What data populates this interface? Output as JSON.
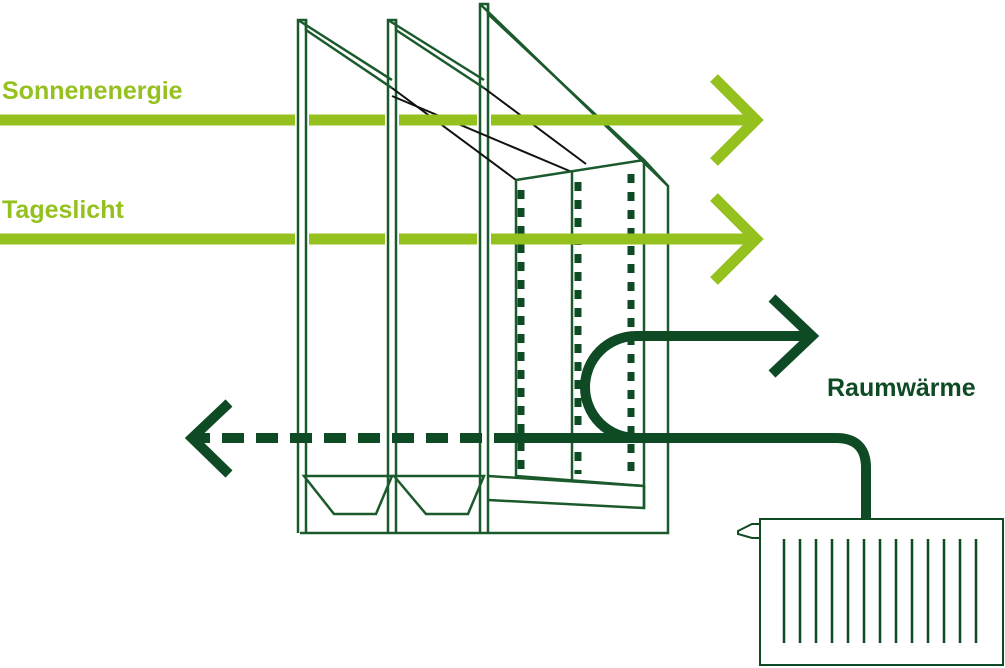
{
  "labels": {
    "solar_energy": "Sonnenenergie",
    "daylight": "Tageslicht",
    "room_heat": "Raumwärme"
  },
  "colors": {
    "light_green": "#95c11f",
    "dark_green": "#0e4a24",
    "window_line": "#1b5a2c",
    "glass_edge": "#111111",
    "background": "#ffffff"
  },
  "icons": {
    "solar_arrow": "arrow-right",
    "daylight_arrow": "arrow-right",
    "heat_arrow": "arrow-right",
    "heat_loss_arrow": "arrow-left-dashed",
    "radiator": "radiator-icon",
    "window": "triple-glazed-window"
  }
}
